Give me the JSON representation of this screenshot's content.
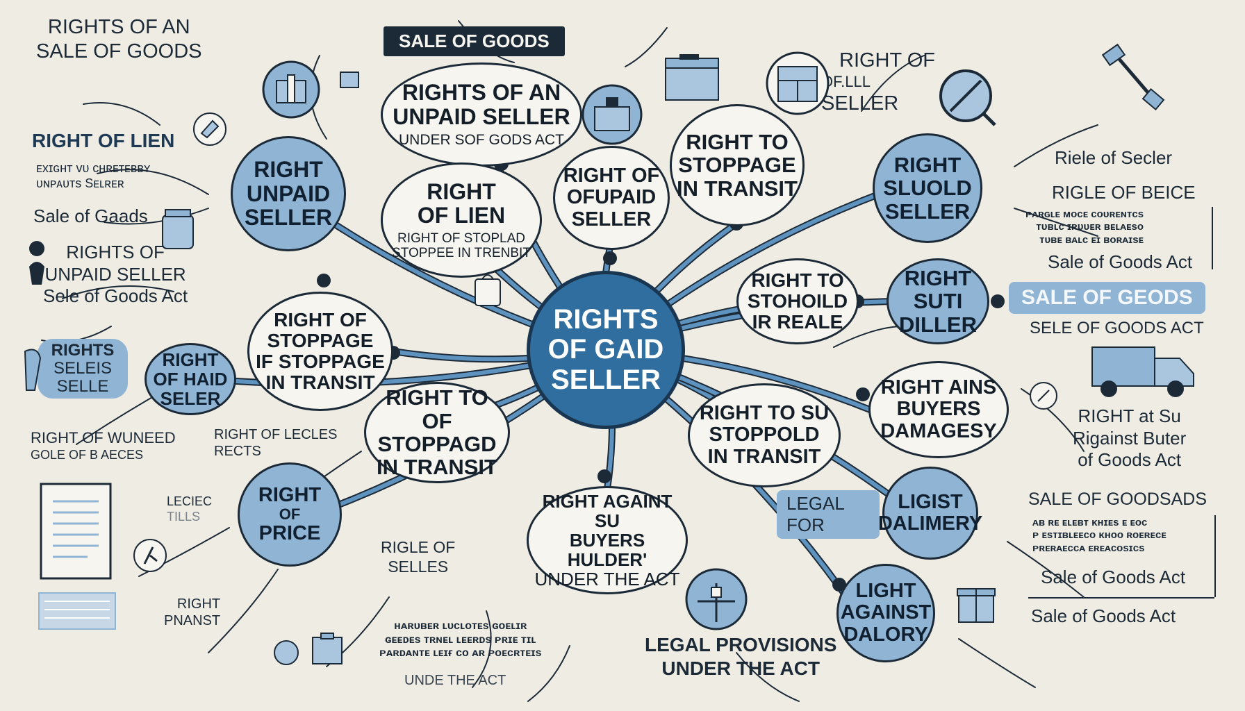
{
  "center": {
    "lines": [
      "RIGHTS",
      "OF GAID",
      "SELLER"
    ]
  },
  "banner_top": "SALE OF GOODS",
  "pill_right": "SALE OF GEODS",
  "bubbles": [
    {
      "lines": [
        "RIGHTS OF AN",
        "UNPAID SELLER"
      ],
      "sub": "UNDER SOF GODS ACT"
    },
    {
      "lines": [
        "RIGHT",
        "UNPAID",
        "SELLER"
      ]
    },
    {
      "lines": [
        "RIGHT",
        "OF LIEN"
      ],
      "sub": "RIGHT OF STOPLAD\nSTOPPEE IN TRENBIT"
    },
    {
      "lines": [
        "RIGHT OF",
        "OFUPAID",
        "SELLER"
      ]
    },
    {
      "lines": [
        "RIGHT TO",
        "STOPPAGE",
        "IN TRANSIT"
      ]
    },
    {
      "lines": [
        "RIGHT",
        "SLUOLD",
        "SELLER"
      ]
    },
    {
      "lines": [
        "RIGHT TO",
        "STOHOILD",
        "IR REALE"
      ]
    },
    {
      "lines": [
        "RIGHT",
        "SUTI",
        "DILLER"
      ]
    },
    {
      "lines": [
        "RIGHT OF",
        "STOPPAGE",
        "IF STOPPAGE",
        "IN TRANSIT"
      ]
    },
    {
      "lines": [
        "RIGHT",
        "OF HAID",
        "SELER"
      ]
    },
    {
      "lines": [
        "RIGHT TO",
        "OF STOPPAGD",
        "IN TRANSIT"
      ]
    },
    {
      "lines": [
        "RIGHT AINS",
        "BUYERS",
        "DAMAGESY"
      ]
    },
    {
      "lines": [
        "RIGHT TO SU",
        "STOPPOLD",
        "IN TRANSIT"
      ]
    },
    {
      "lines": [
        "RIGHT",
        "OF",
        "PRICE"
      ]
    },
    {
      "lines": [
        "RIGHT AGAINT SU",
        "BUYERS HULDER'",
        "UNDER THE ACT"
      ]
    },
    {
      "lines": [
        "LIGIST",
        "DALIMERY"
      ]
    },
    {
      "lines": [
        "LIGHT",
        "AGAINST",
        "DALORY"
      ]
    },
    {
      "lines": [
        "RIGHTS",
        "SELEIS",
        "SELLE"
      ]
    }
  ],
  "notes": {
    "top_left": [
      "RIGHTS OF AN",
      "SALE OF GOODS"
    ],
    "lien": [
      "RIGHT OF LIEN"
    ],
    "lien_small": [
      "ᴇxɪɢʜᴛ ᴠᴜ ᴄʜʀᴇᴛᴇʙʙʏ",
      "ᴜɴᴘᴀᴜᴛs Sᴇʟʀᴇʀ"
    ],
    "lien_goods": [
      "Sale of Gaads"
    ],
    "unpaid": [
      "RIGHTS OF",
      "UNPAID SELLER",
      "Sele of Goods Act"
    ],
    "wuneed": [
      "RIGHT OF WUNEED",
      "GOLE OF B AECES"
    ],
    "lecles": [
      "RIGHT OF LECLES",
      "RECTS"
    ],
    "leciec": [
      "LECIEC",
      "TILLS"
    ],
    "pnanst": [
      "RIGHT",
      "PNANST"
    ],
    "ricle_seles": [
      "RIGLE OF",
      "SELLES"
    ],
    "under_small": [
      "ʜᴀʀᴜʙᴇʀ ʟᴜᴄʟᴏᴛᴇs ɢᴏᴇʟɪʀ",
      "ɢᴇᴇᴅᴇs ᴛʀɴᴇʟ ʟᴇᴇʀᴅs ᴘʀɪᴇ ᴛɪʟ",
      "ᴘᴀʀᴅᴀɴᴛᴇ ʟᴇɪғ ᴄᴏ ᴀʀ ᴘᴏᴇᴄʀᴛᴇɪs"
    ],
    "under_act": [
      "UNDE  THE ACT"
    ],
    "legal": [
      "LEGAL PROVISIONS",
      "UNDER THE ACT"
    ],
    "right_of_seller": [
      "RIGHT OF",
      "OF.LLL",
      "SELLER"
    ],
    "riele": [
      "Riele of Secler"
    ],
    "rigle_beice": [
      "RIGLE OF BEICE"
    ],
    "rigle_small": [
      "ᴘᴀʀɢʟᴇ ᴍᴏᴄᴇ ᴄᴏᴜʀᴇɴᴛᴄs",
      "ᴛᴜʙʟᴄ ɪʀᴜᴜᴇʀ ʙᴇʟᴀᴇsᴏ",
      "ᴛᴜʙᴇ ʙᴀʟᴄ ᴇɪ ʙᴏʀᴀɪsᴇ"
    ],
    "rigle_act": [
      "Sale of Goods Act"
    ],
    "sog_act_caps": [
      "SELE OF GOODS ACT"
    ],
    "right_at": [
      "RIGHT at Su",
      "Rigainst Buter",
      "of Goods Act"
    ],
    "sog_ads": [
      "SALE OF GOODSADS"
    ],
    "sog_small": [
      "ᴀʙ ʀᴇ ᴇʟᴇʙᴛ ᴋʜɪᴇs ᴇ ᴇᴏᴄ",
      "ᴘ ᴇsᴛɪʙʟᴇᴇᴄᴏ ᴋʜᴏᴏ ʀᴏᴇʀᴇᴄᴇ",
      "ᴘʀᴇʀᴀᴇᴄᴄᴀ ᴇʀᴇᴀᴄᴏsɪᴄs"
    ],
    "sog_act2": [
      "Sale of Goods Act"
    ],
    "sog_act3": [
      "Sale of Goods Act"
    ],
    "legal_pill": [
      "LEGAL",
      "FOR"
    ]
  }
}
